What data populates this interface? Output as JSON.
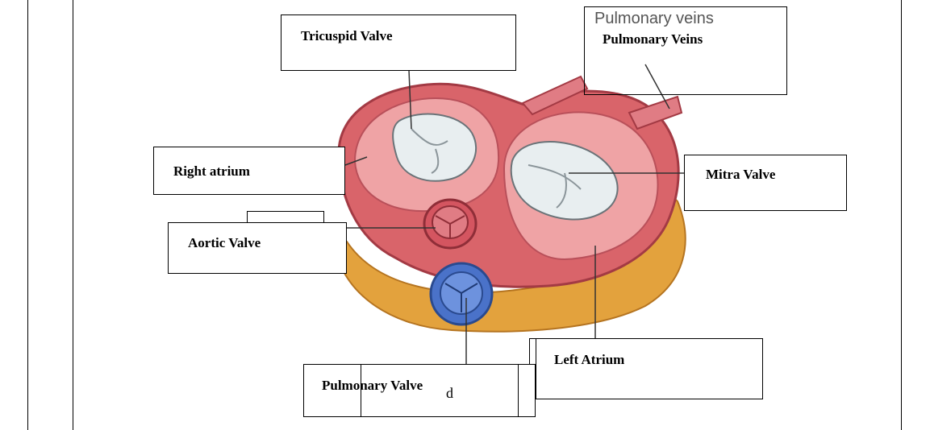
{
  "labels": {
    "tricuspid": "Tricuspid Valve",
    "pulmonary_veins": "Pulmonary Veins",
    "pulmonary_veins_image_text": "Pulmonary veins",
    "right_atrium": "Right atrium",
    "mitral": "Mitra Valve",
    "aortic": "Aortic Valve",
    "left_atrium": "Left Atrium",
    "pulmonary_valve": "Pulmonary Valve",
    "stray_letter": "d"
  },
  "colors": {
    "myocardium": "#d9646a",
    "myocardium_light": "#efa3a5",
    "valve_cavity": "#e8eef0",
    "pulmonary_valve": "#4a72c9",
    "fat": "#e3a23d"
  }
}
